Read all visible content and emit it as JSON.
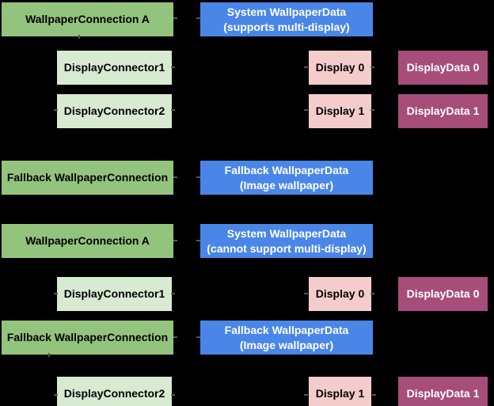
{
  "diagram": {
    "background": "#000000",
    "palette": {
      "connection_green": "#93c47d",
      "connector_light_green": "#d9ead3",
      "wallpaper_data_blue": "#4a86e8",
      "display_pink": "#f4cccc",
      "display_data_magenta": "#a64d79",
      "text_dark": "#000000",
      "text_light": "#ffffff",
      "connector_tick_gray": "#575757"
    }
  },
  "boxes": [
    {
      "label": "WallpaperConnection A"
    },
    {
      "label": "System WallpaperData",
      "sublabel": "(supports multi-display)"
    },
    {
      "label": "DisplayConnector1"
    },
    {
      "label": "Display 0"
    },
    {
      "label": "DisplayData 0"
    },
    {
      "label": "DisplayConnector2"
    },
    {
      "label": "Display 1"
    },
    {
      "label": "DisplayData 1"
    },
    {
      "label": "Fallback WallpaperConnection"
    },
    {
      "label": "Fallback WallpaperData",
      "sublabel": "(Image wallpaper)"
    },
    {
      "label": "WallpaperConnection A"
    },
    {
      "label": "System WallpaperData",
      "sublabel": "(cannot support multi-display)"
    },
    {
      "label": "DisplayConnector1"
    },
    {
      "label": "Display 0"
    },
    {
      "label": "DisplayData 0"
    },
    {
      "label": "Fallback WallpaperConnection"
    },
    {
      "label": "Fallback WallpaperData",
      "sublabel": "(Image wallpaper)"
    },
    {
      "label": "DisplayConnector2"
    },
    {
      "label": "Display 1"
    },
    {
      "label": "DisplayData 1"
    }
  ]
}
